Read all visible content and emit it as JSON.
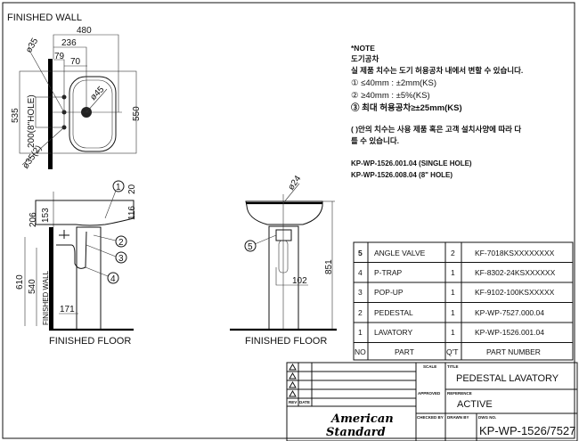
{
  "labels": {
    "finished_wall": "FINISHED WALL",
    "finished_floor_side": "FINISHED FLOOR",
    "finished_floor_front": "FINISHED FLOOR",
    "finished_wall_vertical": "FINISHED WALL"
  },
  "top_view_dims": {
    "width_480": "480",
    "d_236": "236",
    "d_79": "79",
    "d_70": "70",
    "phi35": "ø35",
    "phi45": "ø45",
    "d_535": "535",
    "d_550": "550",
    "hole_200": "200(8\"HOLE)",
    "phi35_2": "ø35(2)"
  },
  "side_view_dims": {
    "d_206": "206",
    "d_153": "153",
    "d_116": "116",
    "d_20": "20",
    "d_610": "610",
    "d_540": "540",
    "d_171": "171"
  },
  "front_view_dims": {
    "phi24": "ø24",
    "d_851": "851",
    "d_102": "102"
  },
  "callouts": [
    "1",
    "2",
    "3",
    "4",
    "5"
  ],
  "note": {
    "heading": "*NOTE",
    "subheading": "도기공차",
    "line1": "실 제품 치수는 도기 허용공차 내에서 변할 수 있습니다.",
    "line2": "① ≤40mm  :  ±2mm(KS)",
    "line3": "② ≥40mm  :  ±5%(KS)",
    "line4": "③ 최대 허용공차≥±25mm(KS)",
    "line5": "(  )안의 치수는 사용 제품 혹은 고객 설치사양에 따라 다",
    "line6": "를 수 있습니다.",
    "model1": "KP-WP-1526.001.04 (SINGLE HOLE)",
    "model2": "KP-WP-1526.008.04 (8\" HOLE)"
  },
  "parts_table": {
    "headers": {
      "no": "NO",
      "part": "PART",
      "qty": "Q'T",
      "part_number": "PART NUMBER"
    },
    "rows": [
      {
        "no": "5",
        "part": "ANGLE VALVE",
        "qty": "2",
        "part_number": "KF-7018KSXXXXXXXX"
      },
      {
        "no": "4",
        "part": "P-TRAP",
        "qty": "1",
        "part_number": "KF-8302-24KSXXXXXX"
      },
      {
        "no": "3",
        "part": "POP-UP",
        "qty": "1",
        "part_number": "KF-9102-100KSXXXXX"
      },
      {
        "no": "2",
        "part": "PEDESTAL",
        "qty": "1",
        "part_number": "KP-WP-7527.000.04"
      },
      {
        "no": "1",
        "part": "LAVATORY",
        "qty": "1",
        "part_number": "KP-WP-1526.001.04"
      }
    ]
  },
  "title_block": {
    "rev_label": "REV",
    "date_label": "DATE",
    "scale_label": "SCALE",
    "title_label": "TITLE",
    "title": "PEDESTAL LAVATORY",
    "approved_label": "APPROVED",
    "reference_label": "REFERENCE",
    "reference": "ACTIVE",
    "checked_label": "CHECKED BY",
    "drawn_label": "DRAWN BY",
    "dwg_label": "DWG NO.",
    "dwg_no": "KP-WP-1526/7527",
    "logo_line1": "American",
    "logo_line2": "Standard"
  }
}
